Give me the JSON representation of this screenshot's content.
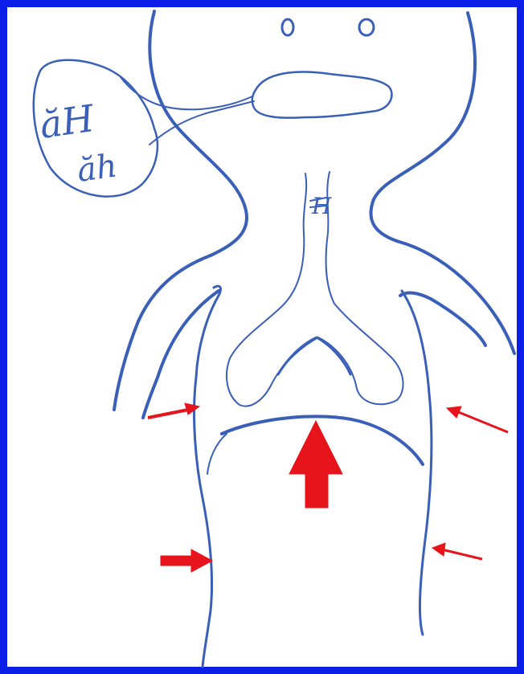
{
  "colors": {
    "frame": "#0b1ee8",
    "ink": "#3a5fb8",
    "arrow": "#e8141c",
    "background": "#ffffff"
  },
  "speech_bubble": {
    "line1": "ăH",
    "line2": "ăh"
  },
  "larynx_label": "H",
  "arrows": {
    "diaphragm": "up",
    "left_upper": "inward",
    "right_upper": "inward",
    "left_lower": "inward",
    "right_lower": "inward"
  }
}
